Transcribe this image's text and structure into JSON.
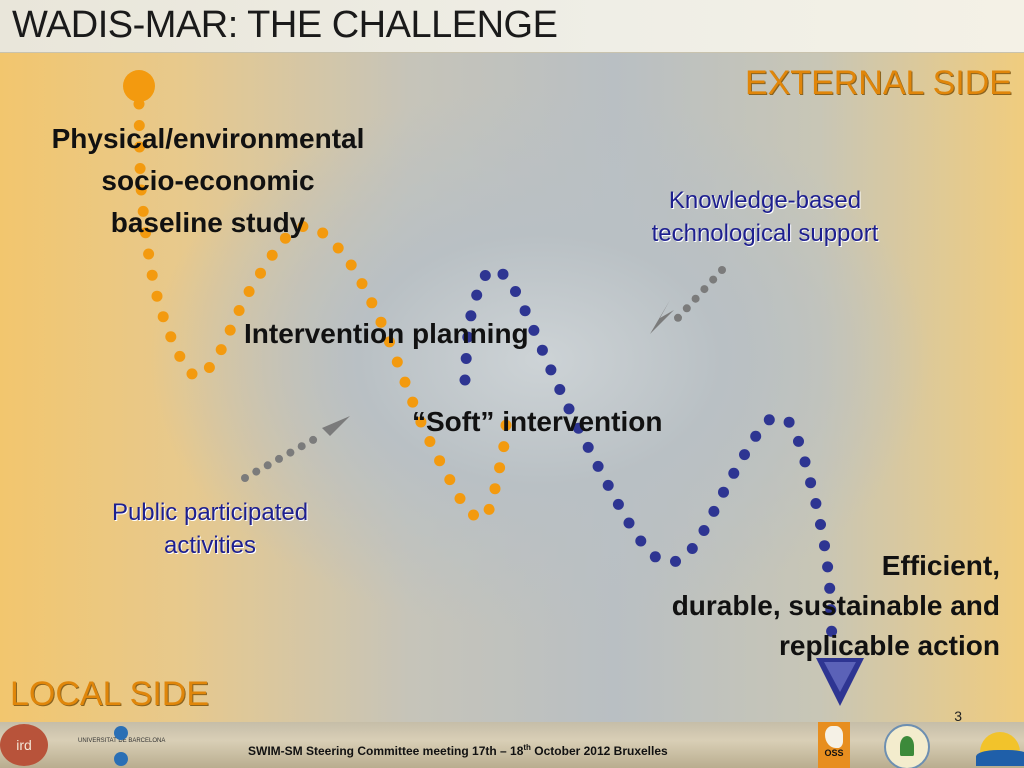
{
  "slide": {
    "title": "WADIS-MAR: THE CHALLENGE",
    "external_side": "EXTERNAL SIDE",
    "local_side": "LOCAL SIDE",
    "page_number": "3"
  },
  "labels": {
    "baseline_line1": "Physical/environmental",
    "baseline_line2": "socio-economic",
    "baseline_line3": "baseline study",
    "planning": "Intervention planning",
    "soft": "“Soft” intervention",
    "efficient_line1": "Efficient,",
    "efficient_line2": "durable, sustainable and",
    "efficient_line3": "replicable action",
    "knowledge_line1": "Knowledge-based",
    "knowledge_line2": "technological support",
    "public_line1": "Public participated",
    "public_line2": "activities"
  },
  "footer": {
    "prefix": "SWIM-SM Steering Committee meeting 17th – 18",
    "sup": "th",
    "suffix": " October 2012 Bruxelles",
    "logo_ub": "UNIVERSITAT DE BARCELONA",
    "logo_oss": "OSS",
    "logo_ird": "ird"
  },
  "colors": {
    "orange_dots": "#f39a0f",
    "blue_dots": "#2e3592",
    "arrow_gray": "#7b7b7b",
    "side_label": "#e0860a",
    "support_text": "#1d1f8f"
  }
}
